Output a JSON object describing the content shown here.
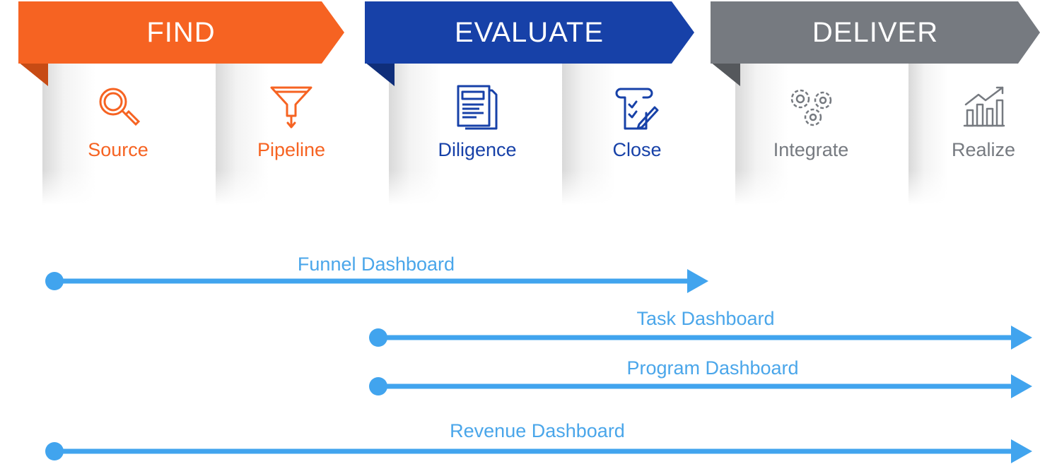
{
  "colors": {
    "find": "#f66322",
    "find_dark": "#c74b14",
    "evaluate": "#1741a8",
    "evaluate_dark": "#0f2e7a",
    "deliver": "#767a80",
    "deliver_dark": "#55585c",
    "arrow": "#41a4ee"
  },
  "phases": [
    {
      "title": "FIND",
      "steps": [
        {
          "label": "Source",
          "icon": "magnifier-icon"
        },
        {
          "label": "Pipeline",
          "icon": "funnel-icon"
        }
      ]
    },
    {
      "title": "EVALUATE",
      "steps": [
        {
          "label": "Diligence",
          "icon": "documents-icon"
        },
        {
          "label": "Close",
          "icon": "checklist-pen-icon"
        }
      ]
    },
    {
      "title": "DELIVER",
      "steps": [
        {
          "label": "Integrate",
          "icon": "gears-icon"
        },
        {
          "label": "Realize",
          "icon": "growth-chart-icon"
        }
      ]
    }
  ],
  "dashboards": [
    {
      "label": "Funnel Dashboard"
    },
    {
      "label": "Task Dashboard"
    },
    {
      "label": "Program Dashboard"
    },
    {
      "label": "Revenue Dashboard"
    }
  ]
}
